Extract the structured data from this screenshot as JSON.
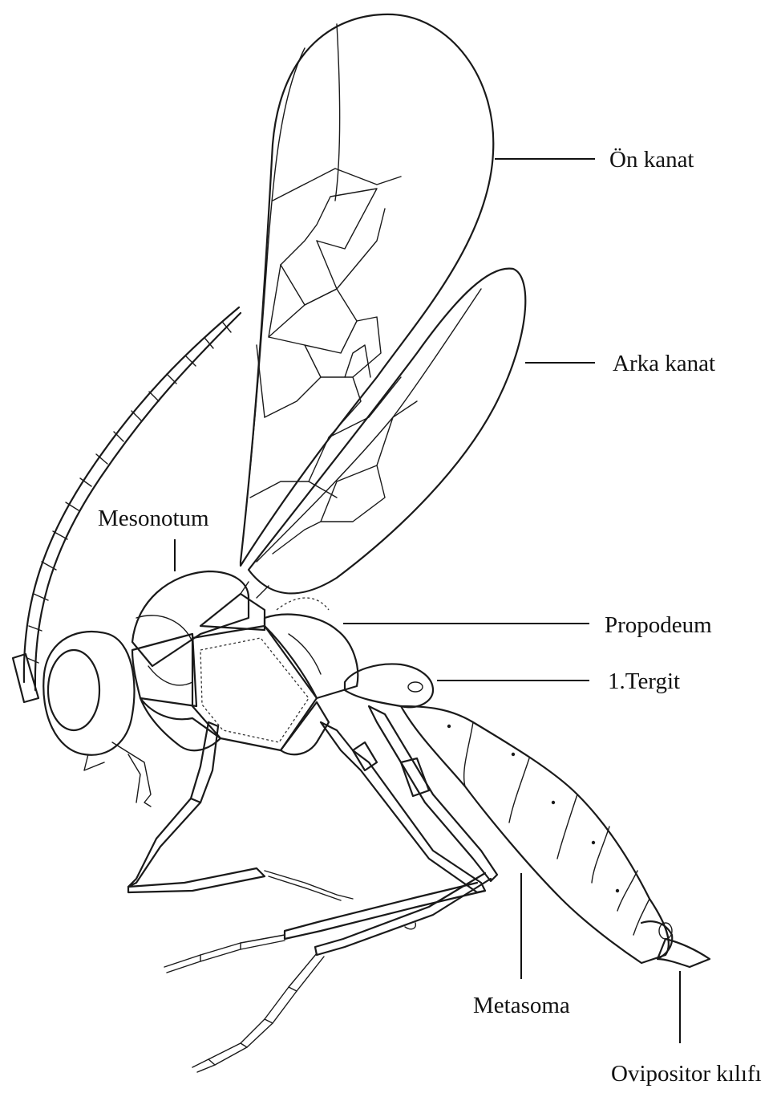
{
  "labels": {
    "forewing": "Ön kanat",
    "hindwing": "Arka kanat",
    "mesonotum": "Mesonotum",
    "propodeum": "Propodeum",
    "tergite1": "1.Tergit",
    "metasoma": "Metasoma",
    "ovipositor": "Ovipositor kılıfı"
  }
}
